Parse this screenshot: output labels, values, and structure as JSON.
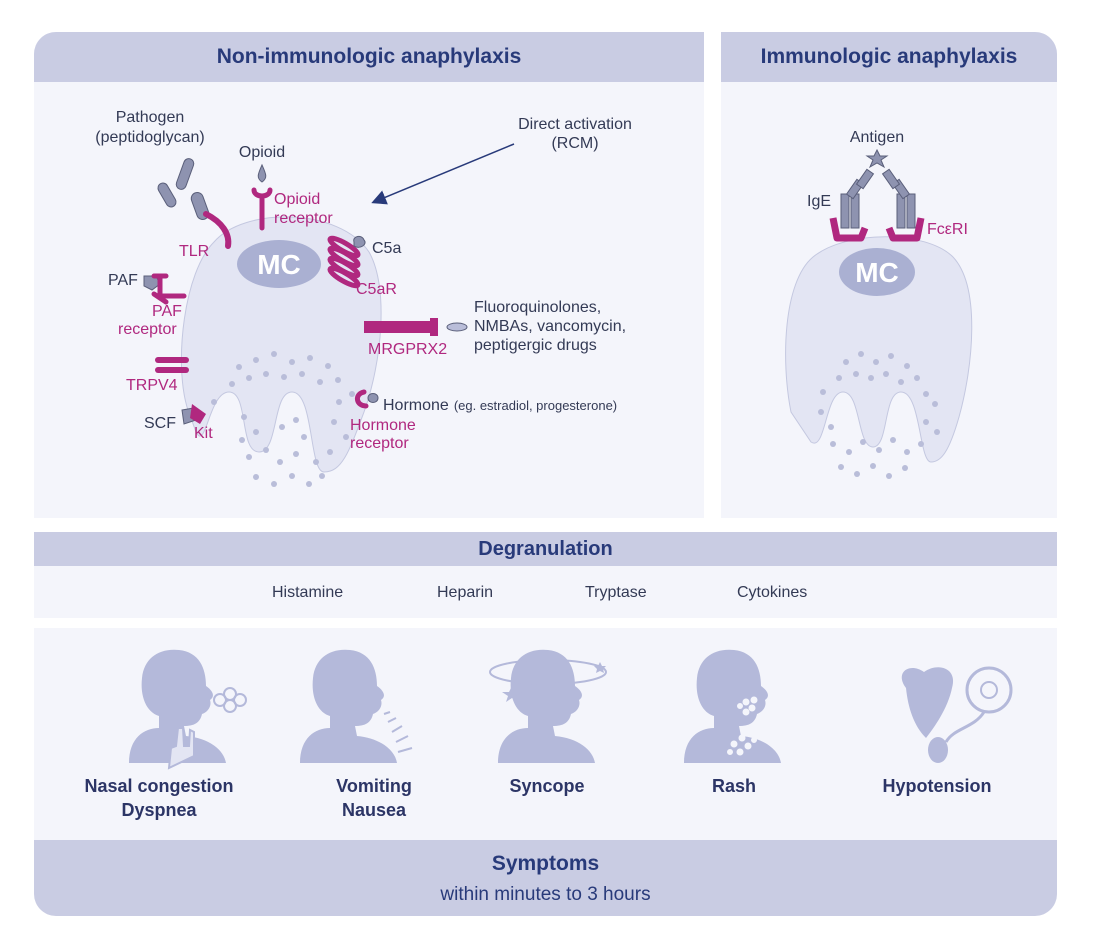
{
  "left_panel": {
    "title": "Non-immunologic anaphylaxis",
    "mc_label": "MC",
    "pathogen": "Pathogen",
    "pathogen_sub": "(peptidoglycan)",
    "opioid": "Opioid",
    "opioid_receptor_1": "Opioid",
    "opioid_receptor_2": "receptor",
    "direct_activation": "Direct activation",
    "rcm": "(RCM)",
    "tlr": "TLR",
    "c5a": "C5a",
    "c5ar": "C5aR",
    "paf": "PAF",
    "paf_receptor_1": "PAF",
    "paf_receptor_2": "receptor",
    "fluoro_1": "Fluoroquinolones,",
    "fluoro_2": "NMBAs, vancomycin,",
    "fluoro_3": "peptigergic drugs",
    "mrgprx2": "MRGPRX2",
    "trpv4": "TRPV4",
    "scf": "SCF",
    "kit": "Kit",
    "hormone": "Hormone",
    "hormone_examples": "(eg. estradiol, progesterone)",
    "hormone_receptor_1": "Hormone",
    "hormone_receptor_2": "receptor"
  },
  "right_panel": {
    "title": "Immunologic anaphylaxis",
    "antigen": "Antigen",
    "ige": "IgE",
    "fceri": "FcεRI",
    "mc_label": "MC"
  },
  "degranulation": {
    "title": "Degranulation",
    "mediators": [
      "Histamine",
      "Heparin",
      "Tryptase",
      "Cytokines"
    ]
  },
  "symptoms": {
    "items": [
      {
        "line1": "Nasal congestion",
        "line2": "Dyspnea"
      },
      {
        "line1": "Vomiting",
        "line2": "Nausea"
      },
      {
        "line1": "Syncope",
        "line2": ""
      },
      {
        "line1": "Rash",
        "line2": ""
      },
      {
        "line1": "Hypotension",
        "line2": ""
      }
    ],
    "footer_title": "Symptoms",
    "footer_subtitle": "within minutes to 3 hours"
  },
  "colors": {
    "receptor": "#b0287f",
    "header_band": "#c9cce3",
    "panel_bg": "#f4f5fb",
    "cell_fill": "#e3e5f3",
    "nucleus": "#aab0d2",
    "silhouette": "#b4b9da",
    "text_dark": "#283a7a"
  }
}
